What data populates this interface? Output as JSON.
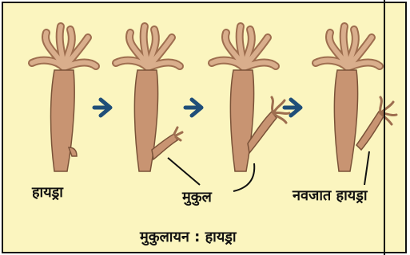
{
  "labels": {
    "hydra": "हायड्रा",
    "bud": "मुकुल",
    "new_hydra": "नवजात हायड्रा",
    "caption": "मुकुलायन : हायड्रा"
  },
  "colors": {
    "background": "#fbf5bf",
    "body": "#c89472",
    "body_dark": "#9e6e4f",
    "arrow": "#1f4e79"
  }
}
